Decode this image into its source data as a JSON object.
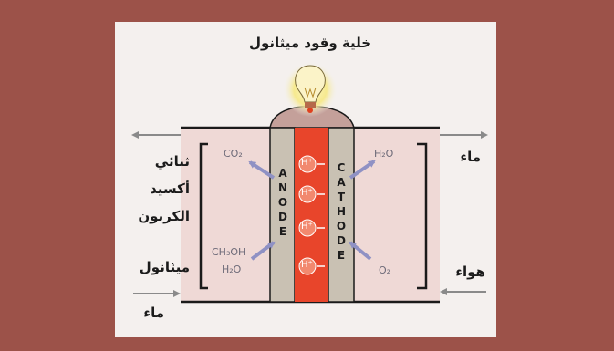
{
  "title": "خلية وقود ميثانول",
  "left": {
    "co2_label_lines": [
      "ثنائي",
      "أكسيد",
      "الكربون"
    ],
    "methanol_label": "ميثانول",
    "water_label": "ماء"
  },
  "right": {
    "water_label": "ماء",
    "air_label": "هواء"
  },
  "electrodes": {
    "anode": "ANODE",
    "cathode": "CATHODE"
  },
  "chemicals": {
    "co2": "CO₂",
    "methanol": "CH₃OH",
    "water_in": "H₂O",
    "water_out": "H₂O",
    "oxygen": "O₂"
  },
  "proton_label": "H⁺",
  "proton_count": 4,
  "colors": {
    "background": "#9c5249",
    "panel": "#f4f0ee",
    "cell_fill": "#efd9d6",
    "electrode": "#c9c1b3",
    "membrane": "#e8452b",
    "arrow": "#8f91c4",
    "bulb_glow": "#f6e98f"
  }
}
